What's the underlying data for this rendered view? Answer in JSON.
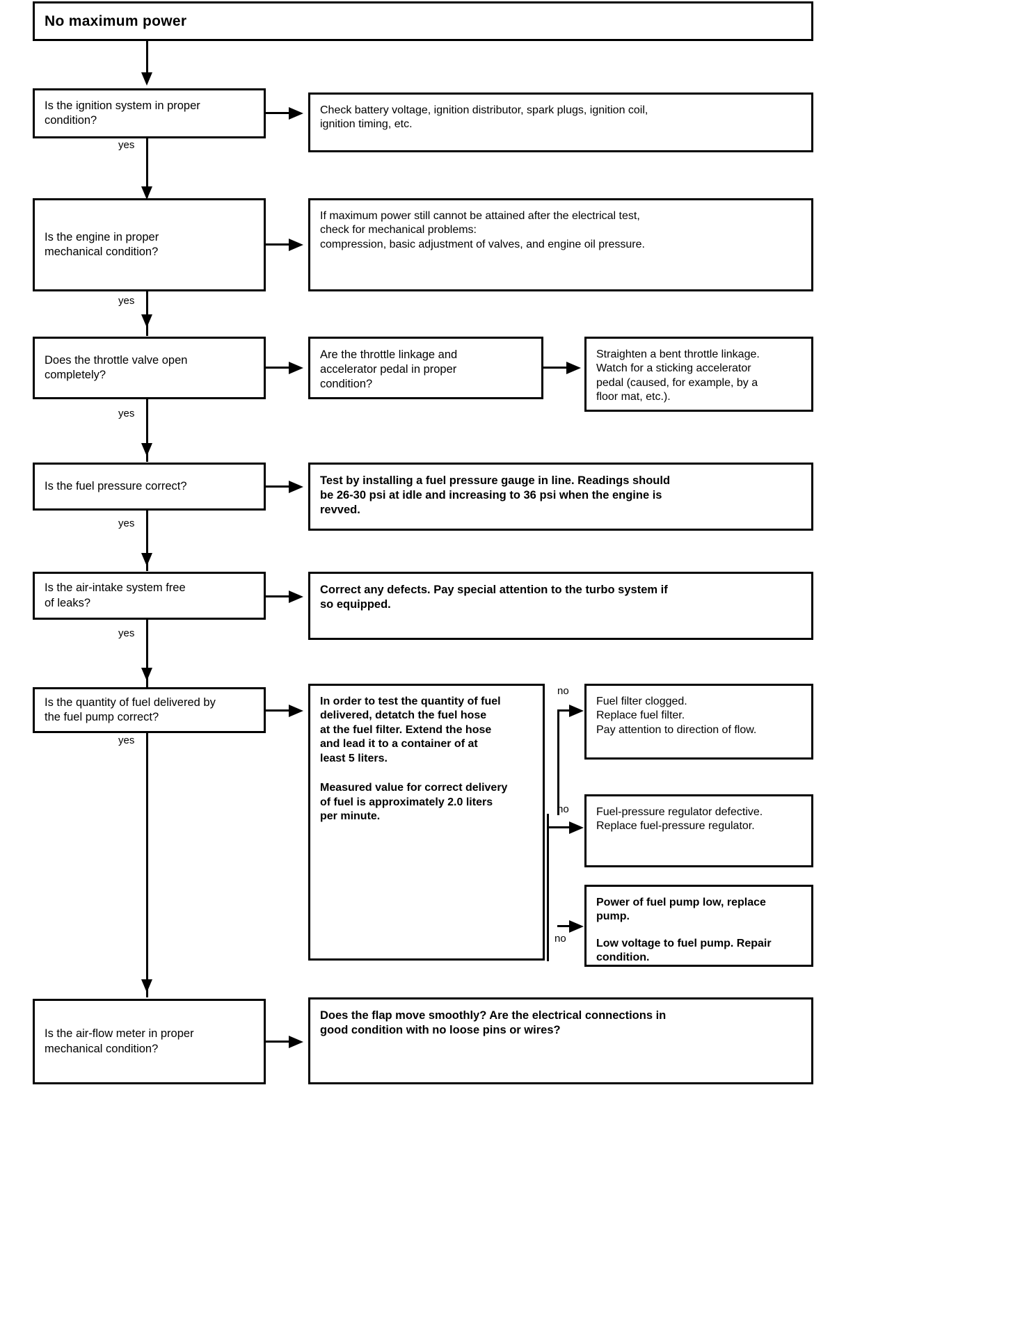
{
  "document": {
    "title": "No maximum power",
    "type": "troubleshooting flowchart"
  },
  "labels": {
    "yes": "yes",
    "no": "no"
  },
  "nodes": {
    "start": "No maximum power",
    "q1": "Is the ignition system in proper\ncondition?",
    "a1": "Check battery voltage, ignition distributor, spark plugs, ignition coil,\nignition timing, etc.",
    "q2": "Is the engine in proper\nmechanical condition?",
    "a2": "If maximum power still cannot be attained after the electrical test,\ncheck for mechanical problems:\ncompression, basic adjustment of valves, and engine oil pressure.",
    "q3": "Does the throttle valve open\ncompletely?",
    "a3": "Are the throttle linkage and\naccelerator pedal in proper\ncondition?",
    "a3b": "Straighten a bent throttle linkage.\nWatch for a sticking accelerator\npedal (caused, for example, by a\nfloor mat, etc.).",
    "q4": "Is the fuel pressure correct?",
    "a4": "Test by installing a fuel pressure gauge in line. Readings should\nbe 26-30 psi at idle and increasing to 36 psi when the engine is\nrevved.",
    "q5": "Is the air-intake system free\nof leaks?",
    "a5": "Correct any defects. Pay special attention to the turbo system if\nso equipped.",
    "q6": "Is the quantity of fuel delivered by\nthe fuel pump correct?",
    "a6_p1": "In order to test the quantity of fuel\ndelivered, detatch the fuel hose\nat the fuel filter. Extend the hose\nand lead it to a container of at\nleast 5 liters.",
    "a6_p2": "Measured value for correct delivery\nof fuel is approximately 2.0 liters\nper minute.",
    "a6_r1": "Fuel filter clogged.\nReplace fuel filter.\nPay attention to direction of flow.",
    "a6_r2": "Fuel-pressure regulator defective.\nReplace fuel-pressure regulator.",
    "a6_r3a": "Power of fuel pump low, replace\npump.",
    "a6_r3b": "Low voltage to fuel pump. Repair\ncondition.",
    "q7": "Is the air-flow meter in proper\nmechanical condition?",
    "a7": "Does the flap move smoothly? Are the electrical connections in\ngood condition with no loose pins or wires?"
  },
  "flow": {
    "yes_branches": 6,
    "no_branches": 3
  },
  "colors": {
    "ink": "#000000",
    "paper": "#ffffff"
  }
}
